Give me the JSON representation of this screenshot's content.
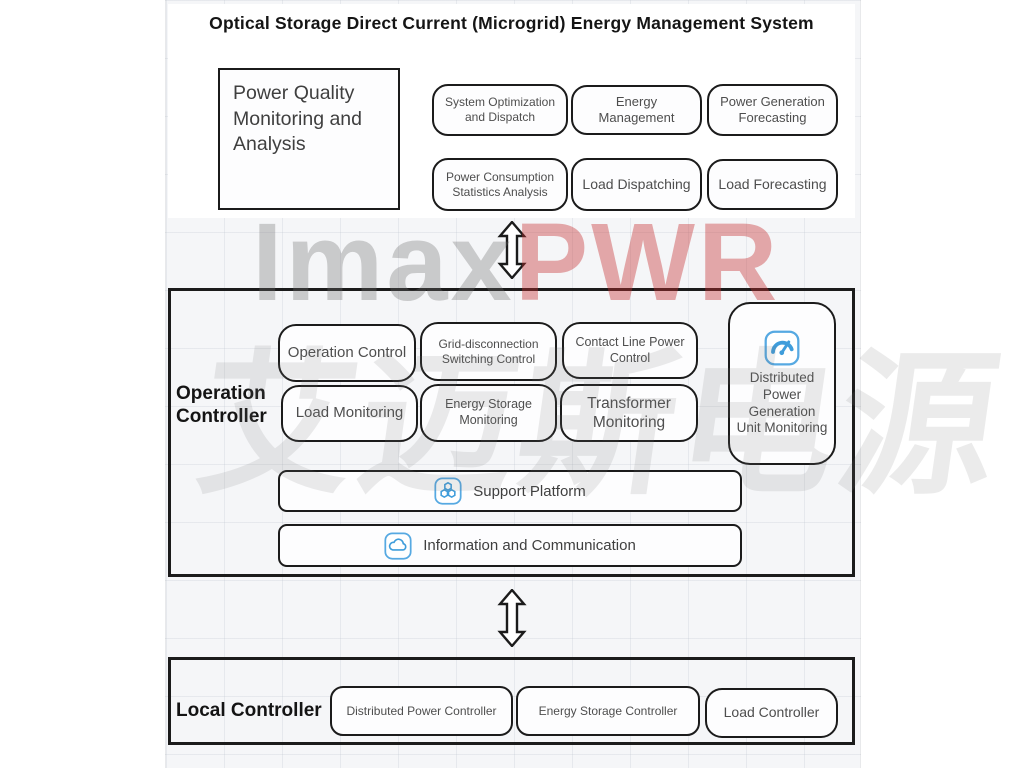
{
  "title": "Optical Storage Direct Current (Microgrid) Energy Management System",
  "top": {
    "main_box": "Power Quality Monitoring and Analysis",
    "boxes": [
      "System Optimization and Dispatch",
      "Energy Management",
      "Power Generation Forecasting",
      "Power Consumption Statistics Analysis",
      "Load Dispatching",
      "Load Forecasting"
    ]
  },
  "operation": {
    "label": "Operation Controller",
    "boxes": [
      "Operation Control",
      "Grid-disconnection Switching Control",
      "Contact Line Power Control",
      "Load Monitoring",
      "Energy Storage Monitoring",
      "Transformer Monitoring"
    ],
    "side_box": "Distributed Power Generation Unit Monitoring",
    "support_platform": "Support Platform",
    "information": "Information and Communication"
  },
  "local": {
    "label": "Local Controller",
    "boxes": [
      "Distributed Power Controller",
      "Energy Storage Controller",
      "Load Controller"
    ]
  },
  "watermark": {
    "gray_text": "Imax",
    "red_text": "PWR",
    "cjk_text": "艾迈斯电源"
  },
  "icons": {
    "side_box_icon": "gauge-icon",
    "support_platform_icon": "modules-icon",
    "information_icon": "cloud-icon",
    "flow_arrows": "double-headed-vertical-arrow"
  },
  "colors": {
    "accent_blue": "#56a9e2",
    "box_border": "#1b1b1b",
    "watermark_red": "#c63030",
    "background_grid": "#f5f6f8"
  }
}
